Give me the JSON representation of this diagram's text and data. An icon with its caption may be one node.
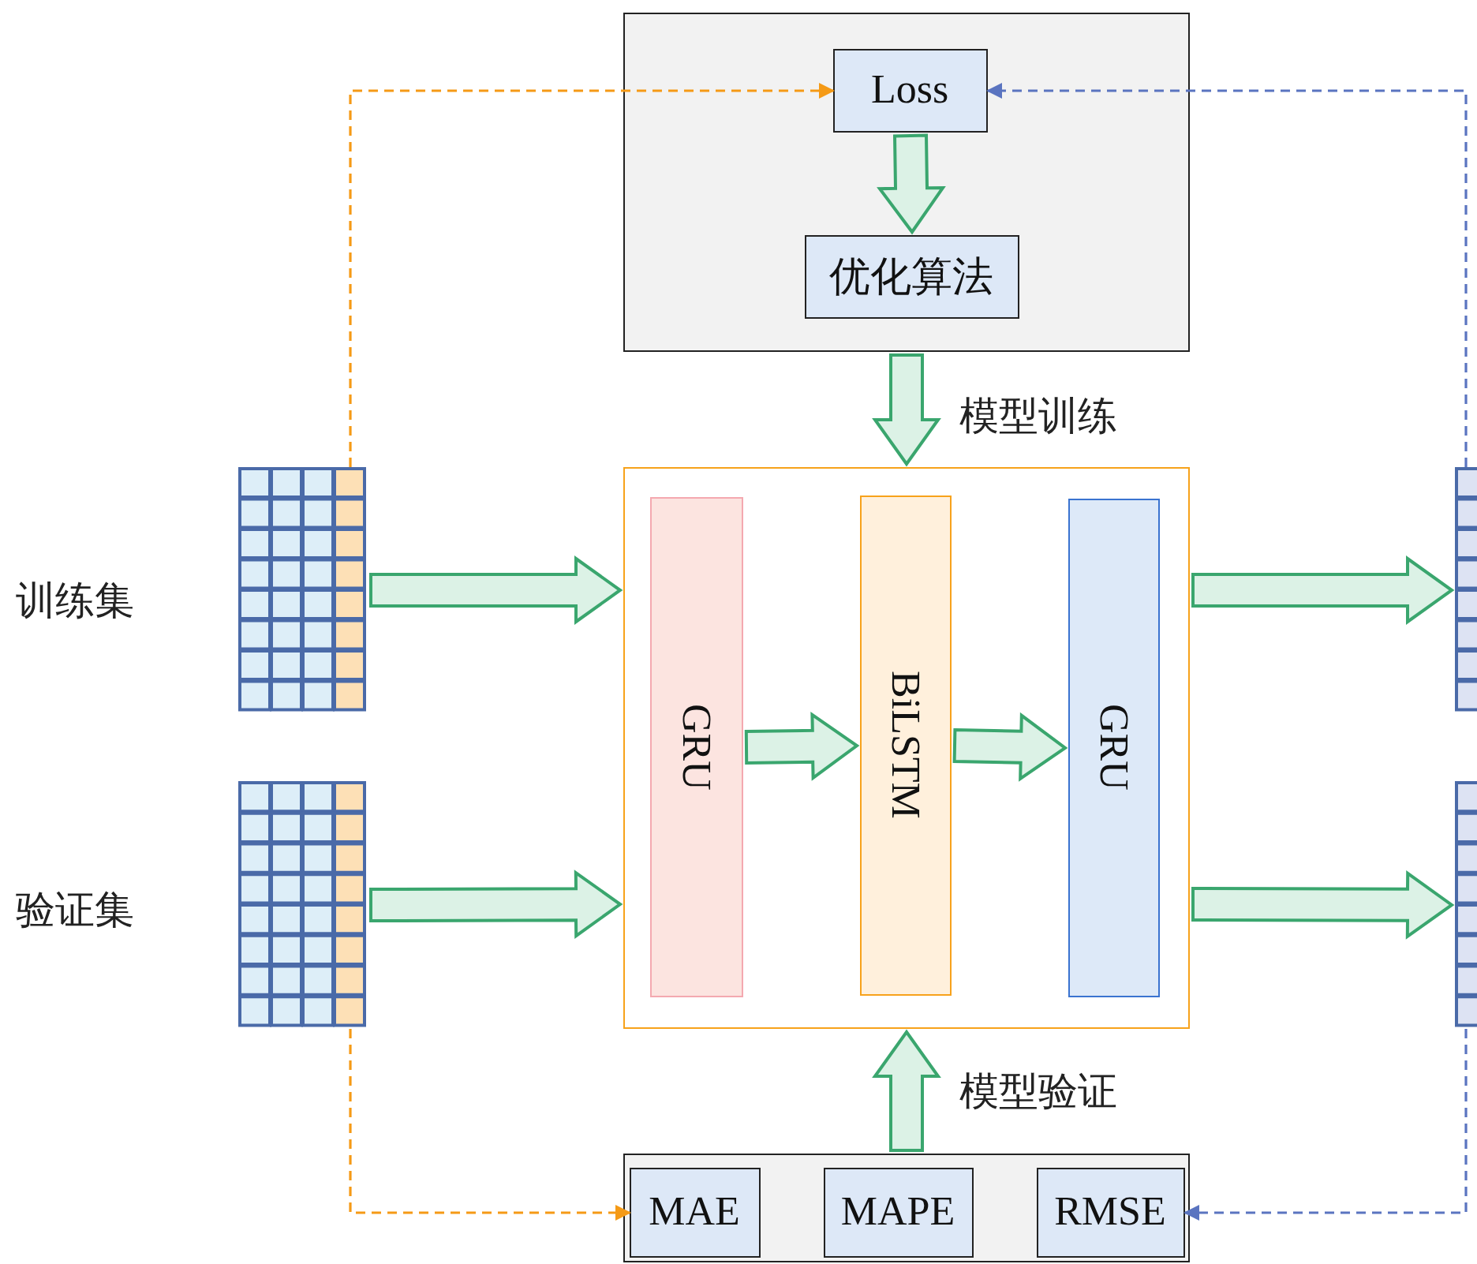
{
  "diagram": {
    "nodes": [
      {
        "text": [],
        "shape": "box"
      },
      {
        "text": [
          "Loss"
        ],
        "in": 0
      },
      {
        "text": [
          "优化算法"
        ],
        "in": 0
      },
      {
        "text": [],
        "shape": "grid",
        "beside": [
          "训练集"
        ]
      },
      {
        "text": [],
        "shape": "grid",
        "beside": [
          "验证集"
        ]
      },
      {
        "text": [],
        "shape": "box"
      },
      {
        "text": [
          "GRU"
        ],
        "in": 5
      },
      {
        "text": [
          "BiLSTM"
        ],
        "in": 5
      },
      {
        "text": [
          "GRU"
        ],
        "in": 5
      },
      {
        "text": [],
        "shape": "grid"
      },
      {
        "text": [],
        "shape": "grid"
      },
      {
        "text": [],
        "shape": "box"
      },
      {
        "text": [
          "MAE"
        ],
        "in": 11
      },
      {
        "text": [
          "MAPE"
        ],
        "in": 11
      },
      {
        "text": [
          "RMSE"
        ],
        "in": 11
      }
    ],
    "edges": [
      {
        "from": 1,
        "to": 2,
        "arrow": "to",
        "style": "thick"
      },
      {
        "from": 0,
        "to": 5,
        "arrow": "to",
        "style": "thick",
        "label": "模型训练"
      },
      {
        "from": 3,
        "to": 5,
        "arrow": "to",
        "style": "thick"
      },
      {
        "from": 4,
        "to": 5,
        "arrow": "to",
        "style": "thick"
      },
      {
        "from": 6,
        "to": 7,
        "arrow": "to",
        "style": "thick"
      },
      {
        "from": 7,
        "to": 8,
        "arrow": "to",
        "style": "thick"
      },
      {
        "from": 5,
        "to": 9,
        "arrow": "to",
        "style": "thick"
      },
      {
        "from": 5,
        "to": 10,
        "arrow": "to",
        "style": "thick"
      },
      {
        "from": 11,
        "to": 5,
        "arrow": "to",
        "style": "thick",
        "label": "模型验证"
      },
      {
        "from": 3,
        "to": 1,
        "arrow": "to",
        "style": "dashed",
        "color": "#f59a16"
      },
      {
        "from": 4,
        "to": 12,
        "arrow": "to",
        "style": "dashed",
        "color": "#f59a16"
      },
      {
        "from": 9,
        "to": 1,
        "arrow": "to",
        "style": "dashed",
        "color": "#5a74c0"
      },
      {
        "from": 10,
        "to": 14,
        "arrow": "to",
        "style": "dashed",
        "color": "#5a74c0"
      }
    ]
  }
}
